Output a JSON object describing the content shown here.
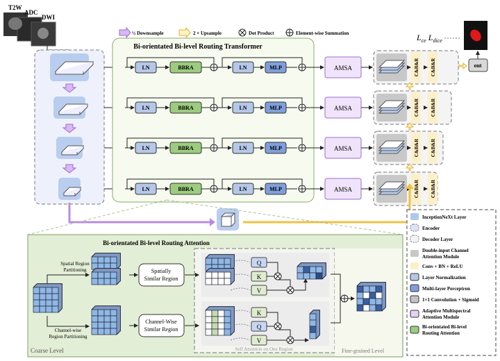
{
  "inputs": {
    "t2w": "T2W",
    "adc": "ADC",
    "dwi": "DWI"
  },
  "top_legend": {
    "downsample": "½ Downsample",
    "upsample": "2 × Upsample",
    "dot_product": "Dot Product",
    "summation": "Element-wise Summation"
  },
  "loss": {
    "ce": "L",
    "ce_sub": "ce",
    "dice": "L",
    "dice_sub": "dice"
  },
  "out_label": "out",
  "transformer": {
    "title": "Bi-orientated Bi-level Routing Transformer",
    "ln": "LN",
    "bbra": "BBRA",
    "mlp": "MLP",
    "amsa": "AMSA"
  },
  "decoder": {
    "cbr": "C&B&R"
  },
  "bbra_panel": {
    "title": "Bi-orientated Bi-level Routing Attention",
    "spatial_partition_1": "Spatial Region",
    "spatial_partition_2": "Partitioning",
    "channel_partition_1": "Channel-wise",
    "channel_partition_2": "Region Partitioning",
    "spatial_similar_1": "Spatially",
    "spatial_similar_2": "Similar Region",
    "channel_similar_1": "Channel-Wise",
    "channel_similar_2": "Similar Region",
    "q": "Q",
    "k": "K",
    "v": "V",
    "self_attention": "Self Attention on One Region",
    "coarse": "Coarse Level",
    "fine": "Fine-grained Level"
  },
  "legend": [
    {
      "label": "InceptionNeXt Layer",
      "color": "#aec8ea",
      "style": "fill"
    },
    {
      "label": "Encoder",
      "color": "#dde3f7",
      "style": "dashed"
    },
    {
      "label": "Decoder Layer",
      "color": "#f4f4f4",
      "style": "dashed"
    },
    {
      "label": "Double-input Channel",
      "label2": "Attention Module",
      "color": "#c8c8c8",
      "style": "fill"
    },
    {
      "label": "Conv + BN + ReLU",
      "color": "#fdf0c8",
      "style": "fill"
    },
    {
      "label": "Layer Normalization",
      "color": "#b6c8e8",
      "style": "box"
    },
    {
      "label": "Multi-layer Perceptron",
      "color": "#7f9fdc",
      "style": "box"
    },
    {
      "label": "1×1 Convolution + Sigmoid",
      "color": "#c4c4c4",
      "style": "box"
    },
    {
      "label": "Adaptive Multispectral",
      "label2": "Attention Module",
      "color": "#e6d2f4",
      "style": "box"
    },
    {
      "label": "Bi-orientated Bi-level",
      "label2": "Routing Attention",
      "color": "#9ccc80",
      "style": "box"
    }
  ],
  "colors": {
    "downsample": "#b98be0",
    "upsample": "#f0c040",
    "transformer_bg": "#f7fbef",
    "panel_bg": "#e6f0d8",
    "encoder_bg": "#eef1fb"
  }
}
